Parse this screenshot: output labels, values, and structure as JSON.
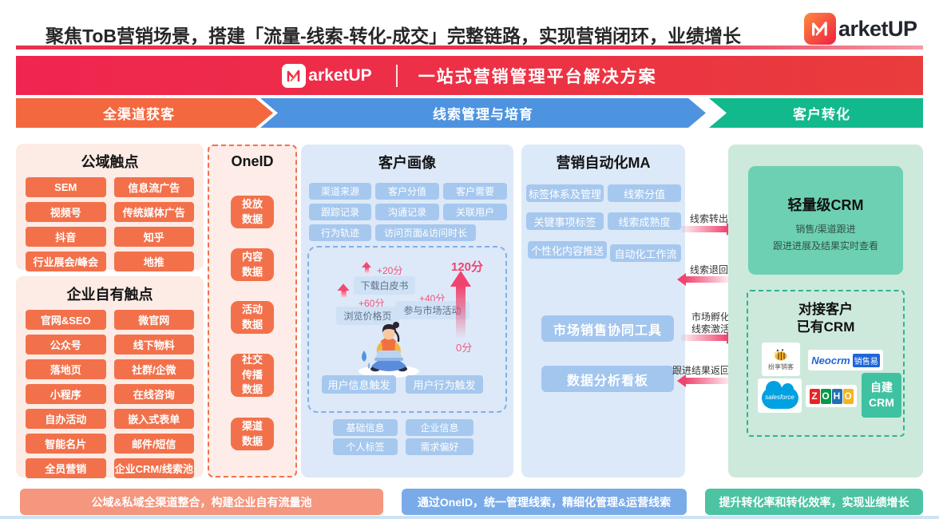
{
  "header": {
    "title": "聚焦ToB营销场景，搭建「流量-线索-转化-成交」完整链路，实现营销闭环，业绩增长",
    "logo_text": "arketUP",
    "banner": {
      "logo_text": "arketUP",
      "title": "一站式营销管理平台解决方案"
    }
  },
  "stages": [
    {
      "label": "全渠道获客",
      "color": "#f4683f"
    },
    {
      "label": "线索管理与培育",
      "color": "#4e93e0"
    },
    {
      "label": "客户转化",
      "color": "#12b98d"
    }
  ],
  "public_touchpoints": {
    "title": "公域触点",
    "items": [
      "SEM",
      "信息流广告",
      "视频号",
      "传统媒体广告",
      "抖音",
      "知乎",
      "行业展会/峰会",
      "地推"
    ]
  },
  "owned_touchpoints": {
    "title": "企业自有触点",
    "items": [
      "官网&SEO",
      "微官网",
      "公众号",
      "线下物料",
      "落地页",
      "社群/企微",
      "小程序",
      "在线咨询",
      "自办活动",
      "嵌入式表单",
      "智能名片",
      "邮件/短信",
      "全员营销",
      "企业CRM/线索池"
    ]
  },
  "oneid": {
    "title": "OneID",
    "items": [
      "投放\n数据",
      "内容\n数据",
      "活动\n数据",
      "社交\n传播\n数据",
      "渠道\n数据"
    ]
  },
  "profile": {
    "title": "客户画像",
    "tags": [
      "渠道来源",
      "客户分值",
      "客户需要",
      "跟踪记录",
      "沟通记录",
      "关联用户",
      "行为轨迹",
      "访问页面&访问时长"
    ],
    "score_flow": {
      "events": [
        {
          "name": "下载白皮书",
          "delta": "+20分"
        },
        {
          "name": "浏览价格页",
          "delta": "+60分"
        },
        {
          "name": "参与市场活动",
          "delta": "+40分"
        }
      ],
      "max_score": "120分",
      "min_score": "0分"
    },
    "triggers": [
      "用户信息触发",
      "用户行为触发"
    ],
    "attributes": [
      "基础信息",
      "企业信息",
      "个人标签",
      "需求偏好"
    ]
  },
  "ma": {
    "title": "营销自动化MA",
    "tags": [
      "标签体系及管理",
      "线索分值",
      "关键事项标签",
      "线索成熟度",
      "个性化内容推送",
      "自动化工作流"
    ],
    "tools": [
      "市场销售协同工具",
      "数据分析看板"
    ]
  },
  "flows": {
    "out": "线索转出",
    "back": "线索退回",
    "incubate_line1": "市场孵化",
    "incubate_line2": "线索激活",
    "result": "跟进结果返回"
  },
  "crm": {
    "lite": {
      "title": "轻量级CRM",
      "line1": "销售/渠道跟进",
      "line2": "跟进进展及结果实时查看"
    },
    "external": {
      "title_line1": "对接客户",
      "title_line2": "已有CRM",
      "fenxiang": "纷享销客",
      "neocrm_brand": "Neocrm",
      "neocrm_cn": "销售易",
      "salesforce": "salesforce",
      "zoho": [
        {
          "ch": "Z",
          "color": "#e42527"
        },
        {
          "ch": "O",
          "color": "#089949"
        },
        {
          "ch": "H",
          "color": "#226db4"
        },
        {
          "ch": "O",
          "color": "#f9b21d"
        }
      ],
      "custom_line1": "自建",
      "custom_line2": "CRM"
    }
  },
  "footers": [
    "公域&私域全渠道整合，构建企业自有流量池",
    "通过OneID，统一管理线索，精细化管理&运营线索",
    "提升转化率和转化效率，实现业绩增长"
  ],
  "colors": {
    "accent_red": "#ee2c4e",
    "orange": "#f2714b",
    "blue": "#4e93e0",
    "green": "#12b98d",
    "pink": "#f0436e"
  }
}
